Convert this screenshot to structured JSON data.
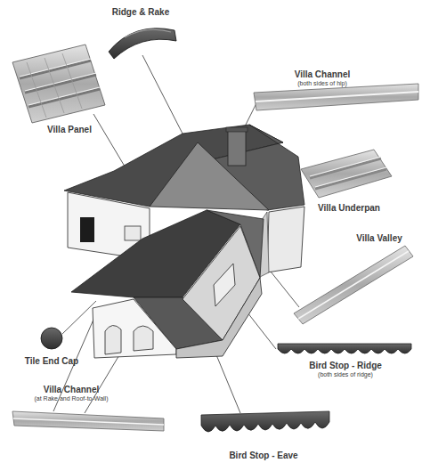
{
  "diagram": {
    "labels": [
      "Ridge & Rake",
      "Villa Channel",
      "(both sides of hip)",
      "Villa Panel",
      "Villa Underpan",
      "Villa Valley",
      "Tile End Cap",
      "Bird Stop - Ridge",
      "(both sides of ridge)",
      "Villa Channel",
      "(at Rake and Roof-to-Wall)",
      "Bird Stop - Eave"
    ]
  }
}
